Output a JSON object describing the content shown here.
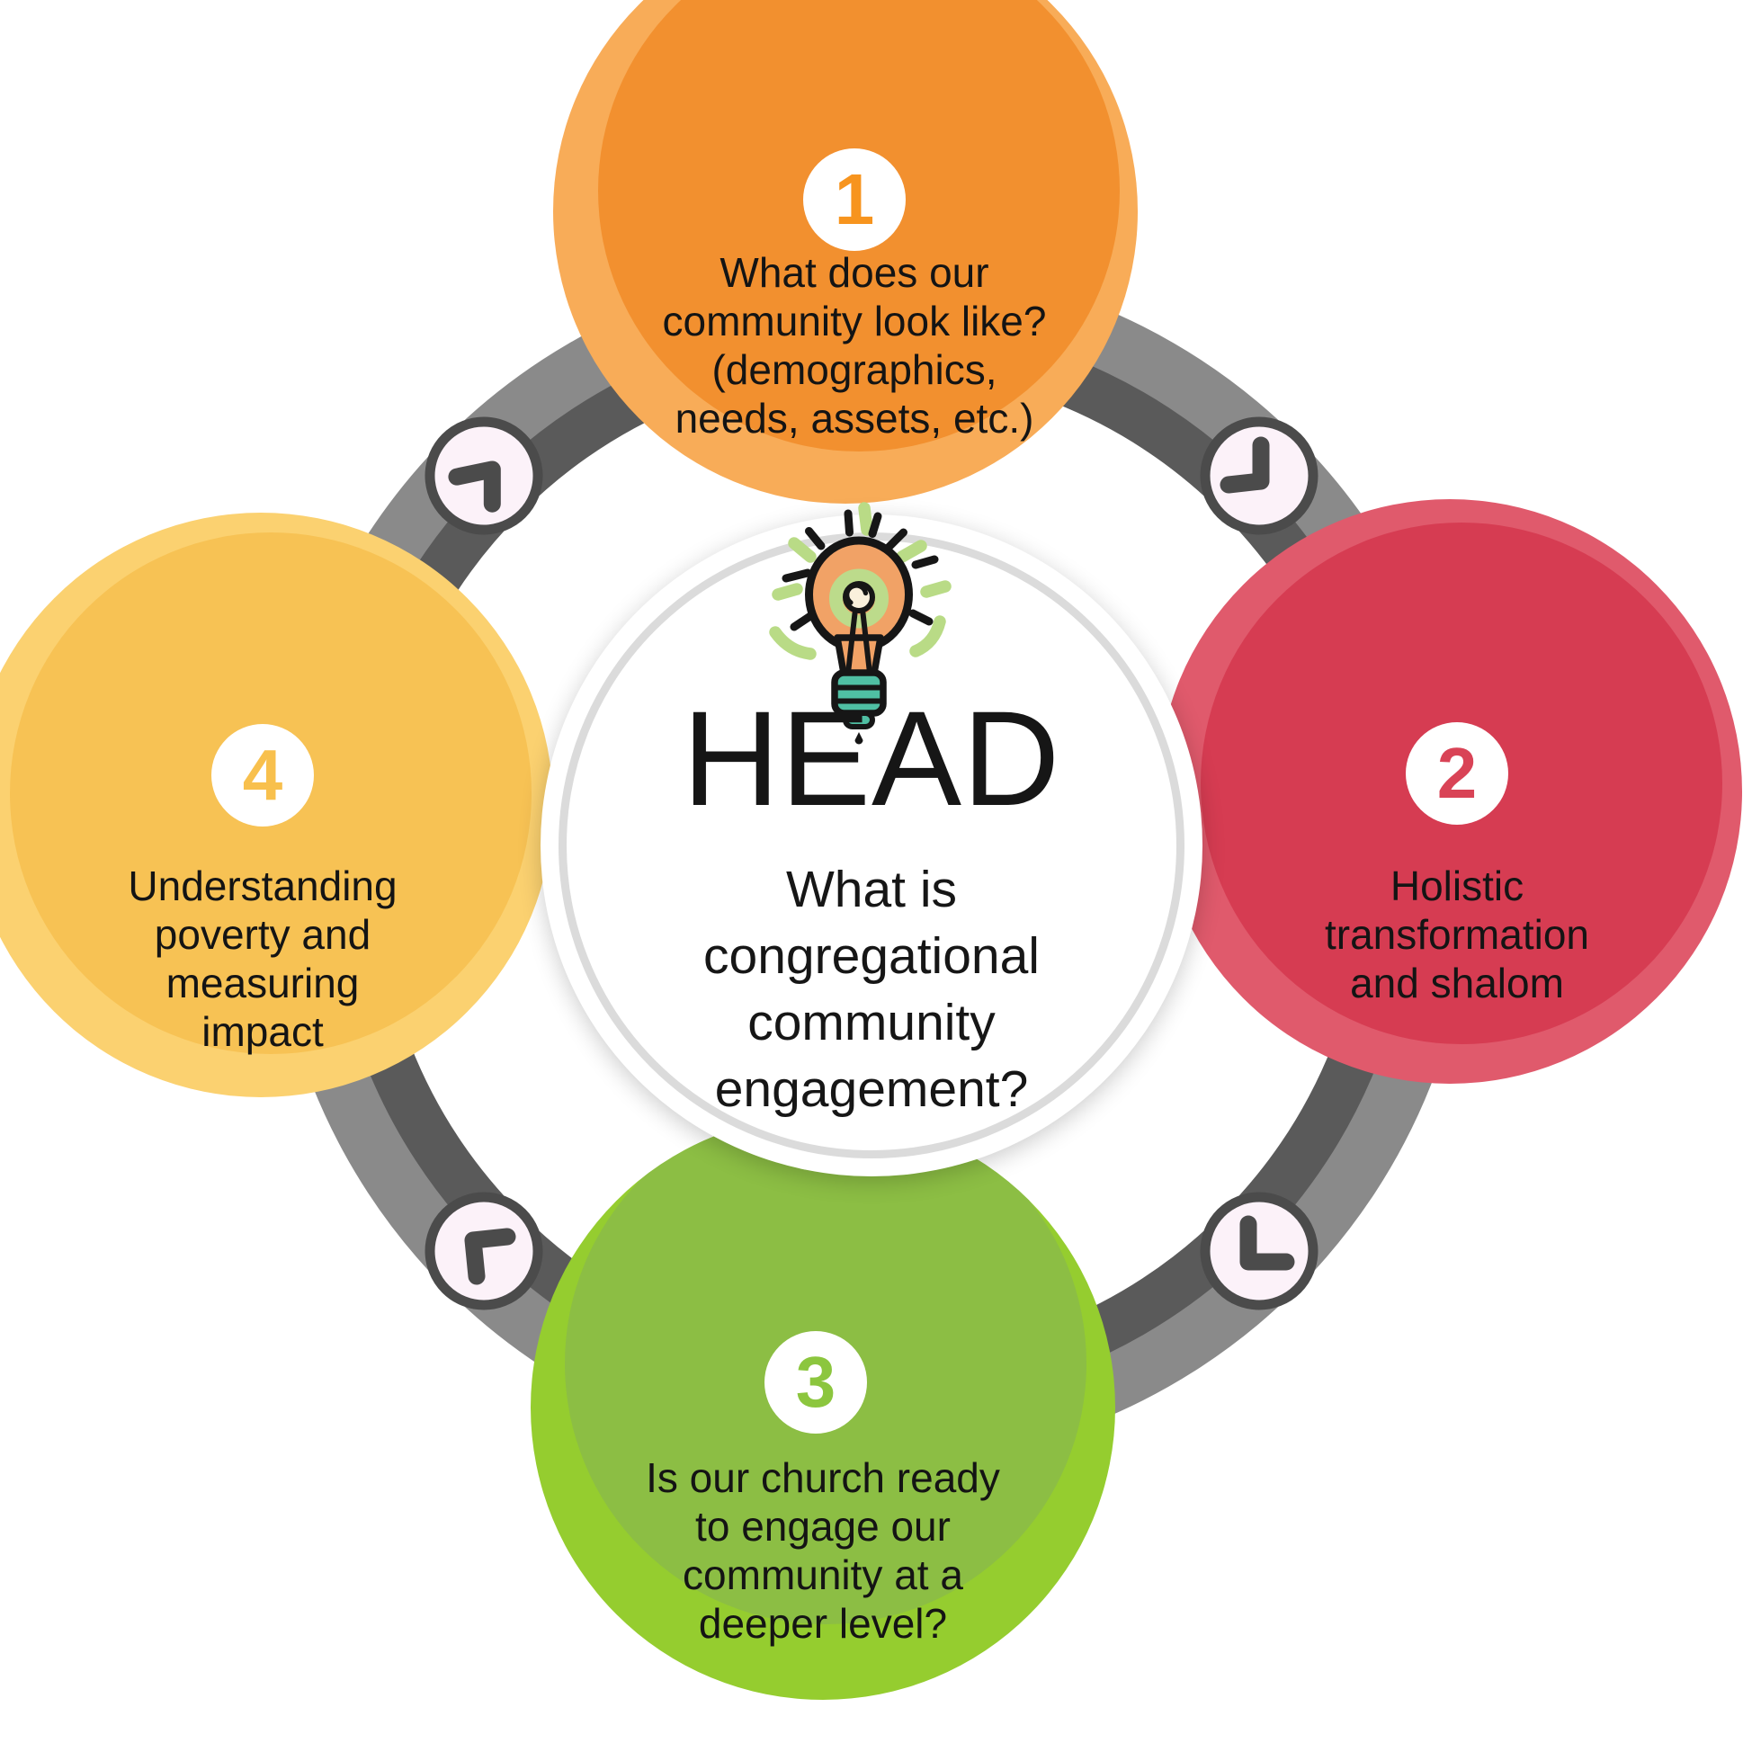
{
  "center": {
    "heading": "HEAD",
    "question_lines": [
      "What is",
      "congregational",
      "community",
      "engagement?"
    ],
    "icon": "lightbulb-icon"
  },
  "steps": [
    {
      "number": "1",
      "position": "top",
      "color": "#F2902F",
      "color_light": "#F8AC58",
      "number_color": "#F7941E",
      "label_lines": [
        "What does our",
        "community look like?",
        "(demographics,",
        "needs, assets, etc.)"
      ]
    },
    {
      "number": "2",
      "position": "right",
      "color": "#D63C52",
      "color_light": "#E05A6C",
      "number_color": "#D94356",
      "label_lines": [
        "Holistic",
        "transformation",
        "and shalom"
      ]
    },
    {
      "number": "3",
      "position": "bottom",
      "color": "#8CBE44",
      "color_light": "#95CD2F",
      "number_color": "#8CC63E",
      "label_lines": [
        "Is our church ready",
        "to engage our",
        "community at a",
        "deeper level?"
      ]
    },
    {
      "number": "4",
      "position": "left",
      "color": "#F7C254",
      "color_light": "#FBD170",
      "number_color": "#F8C04D",
      "label_lines": [
        "Understanding",
        "poverty and",
        "measuring",
        "impact"
      ]
    }
  ],
  "ring": {
    "color_outer": "#8A8A8A",
    "color_inner": "#5A5A5A",
    "clock_icon_count": 4,
    "clock_face_color": "#FCF2F9",
    "clock_hand_color": "#4B4B4B"
  },
  "bulb_colors": {
    "glass": "#F1A266",
    "base": "#4FBFA3",
    "glow": "#B9DB86",
    "outline": "#161616"
  }
}
